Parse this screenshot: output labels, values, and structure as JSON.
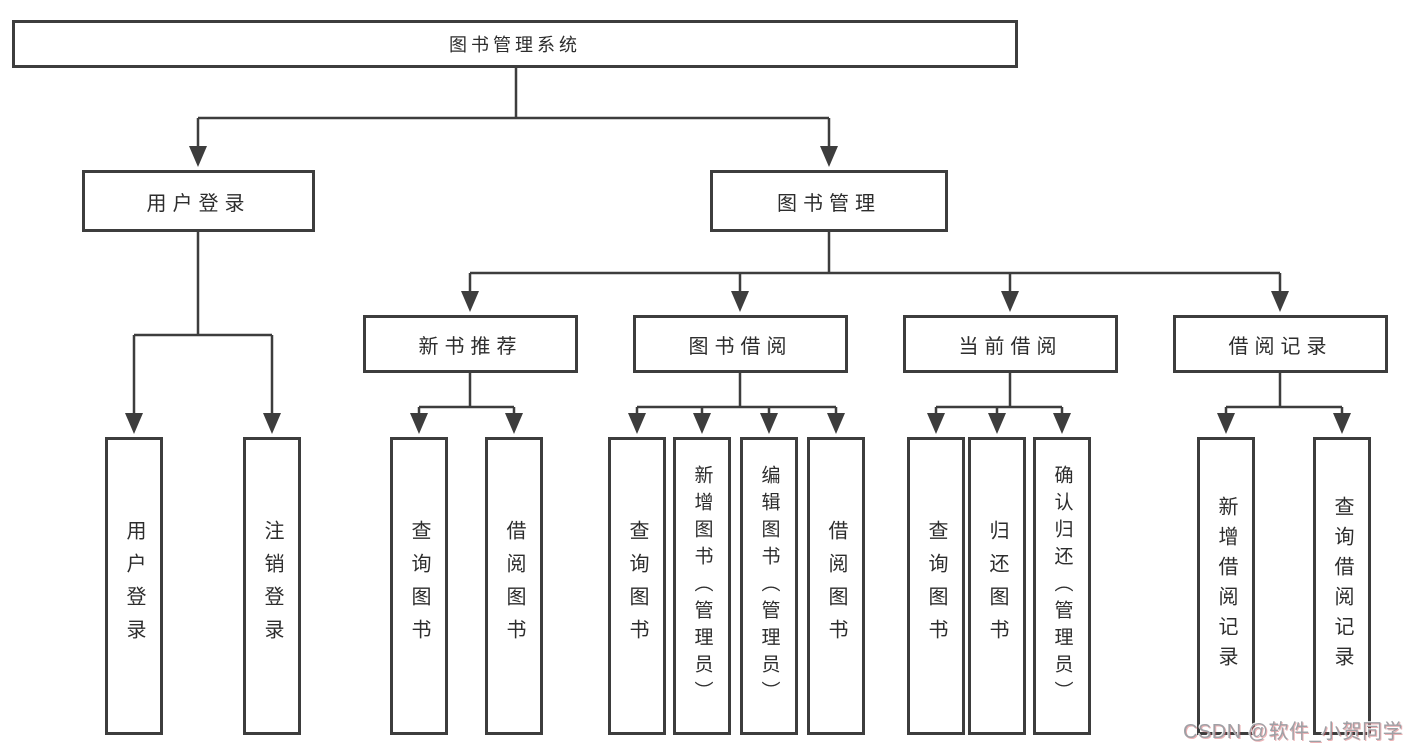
{
  "diagram": {
    "type": "tree",
    "colors": {
      "line": "#3d3d3d",
      "box_border": "#3d3d3d",
      "box_fill": "#ffffff",
      "text": "#2d2d2d",
      "watermark_text": "#9fa0a5",
      "watermark_accent": "#d2555b"
    }
  },
  "tree": {
    "label": "图书管理系统",
    "children": [
      {
        "label": "用户登录",
        "children": [
          {
            "label": "用户登录"
          },
          {
            "label": "注销登录"
          }
        ]
      },
      {
        "label": "图书管理",
        "children": [
          {
            "label": "新书推荐",
            "children": [
              {
                "label": "查询图书"
              },
              {
                "label": "借阅图书"
              }
            ]
          },
          {
            "label": "图书借阅",
            "children": [
              {
                "label": "查询图书"
              },
              {
                "label": "新增图书（管理员）"
              },
              {
                "label": "编辑图书（管理员）"
              },
              {
                "label": "借阅图书"
              }
            ]
          },
          {
            "label": "当前借阅",
            "children": [
              {
                "label": "查询图书"
              },
              {
                "label": "归还图书"
              },
              {
                "label": "确认归还（管理员）"
              }
            ]
          },
          {
            "label": "借阅记录",
            "children": [
              {
                "label": "新增借阅记录"
              },
              {
                "label": "查询借阅记录"
              }
            ]
          }
        ]
      }
    ]
  },
  "watermark": {
    "text": "CSDN @软件_小贺同学"
  }
}
